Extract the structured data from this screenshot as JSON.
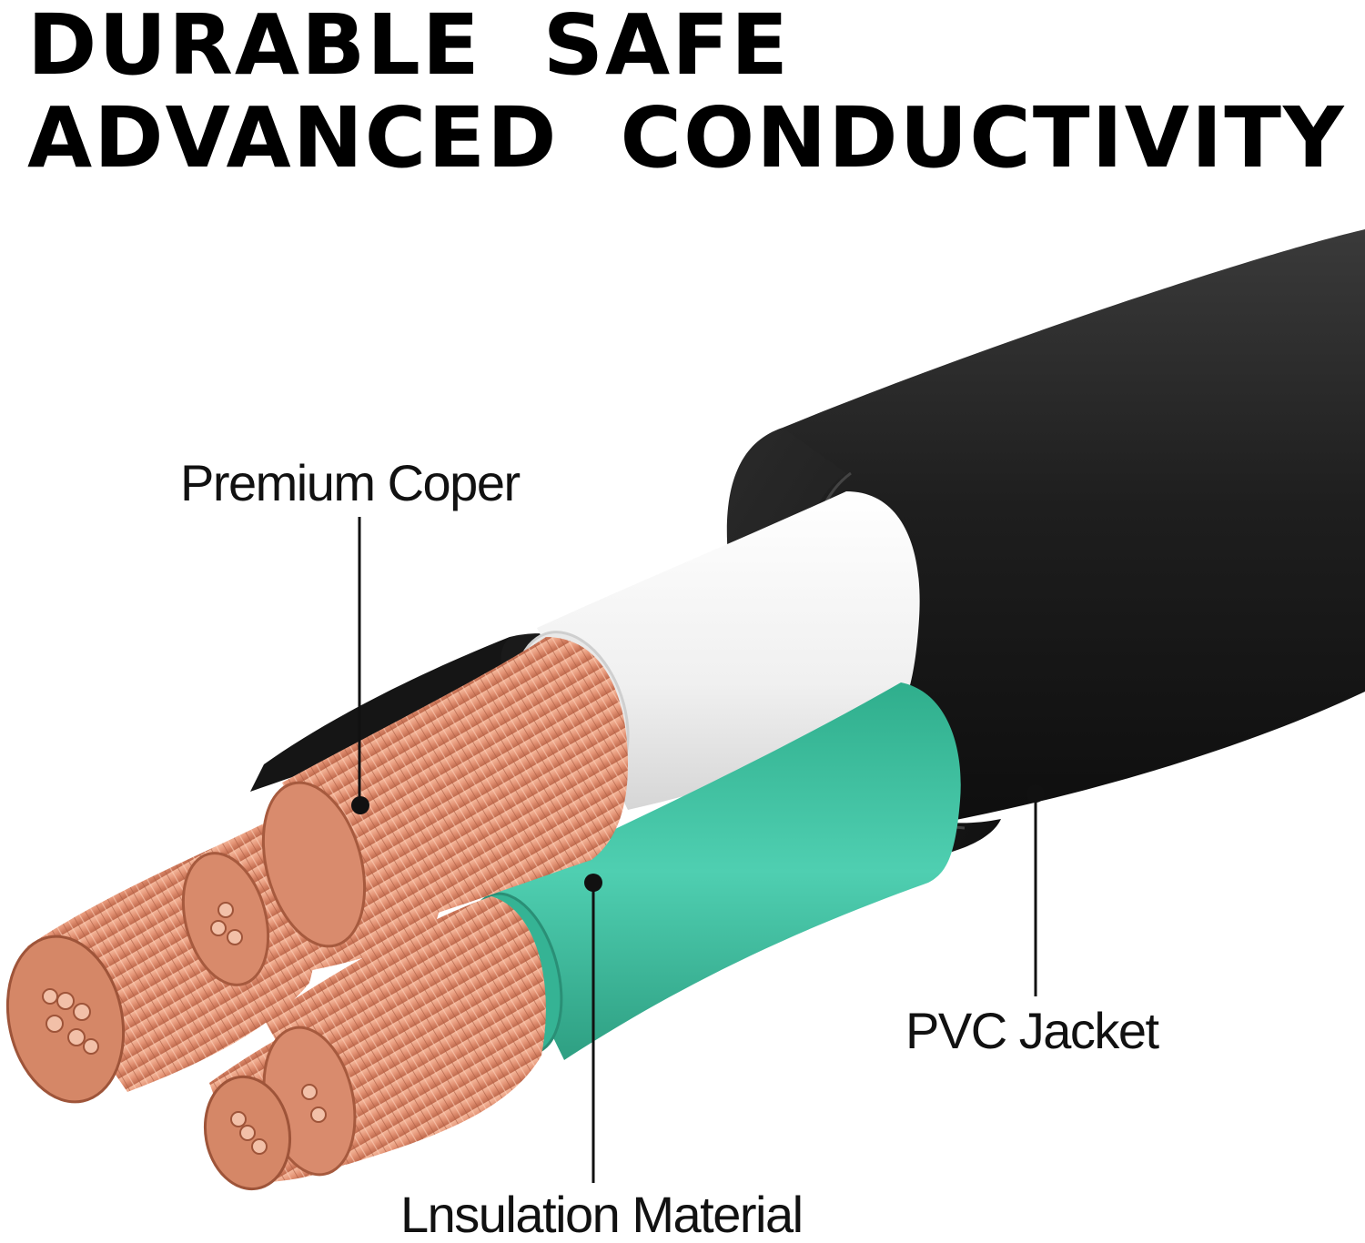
{
  "headline": {
    "line1": "DURABLE  SAFE",
    "line2": "ADVANCED  CONDUCTIVITY"
  },
  "callouts": {
    "copper": "Premium Coper",
    "pvc_jacket": "PVC Jacket",
    "insulation": "Lnsulation Material"
  },
  "colors": {
    "jacket": "#1c1c1c",
    "white_insulation": "#f2f2f2",
    "green_insulation": "#3dbf9f",
    "copper": "#e0977a"
  }
}
